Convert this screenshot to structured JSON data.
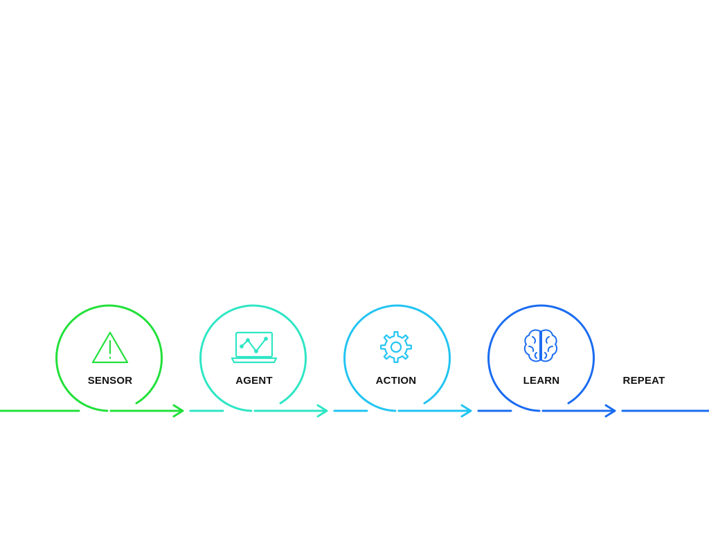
{
  "stages": [
    {
      "label": "SENSOR",
      "icon": "warning-triangle-icon",
      "color": "#22e03a"
    },
    {
      "label": "AGENT",
      "icon": "laptop-chart-icon",
      "color": "#2ee6c4"
    },
    {
      "label": "ACTION",
      "icon": "gear-icon",
      "color": "#22c4f2"
    },
    {
      "label": "LEARN",
      "icon": "brain-icon",
      "color": "#1a6cf0"
    }
  ],
  "final": {
    "label": "REPEAT",
    "color": "#1a6cf0"
  }
}
